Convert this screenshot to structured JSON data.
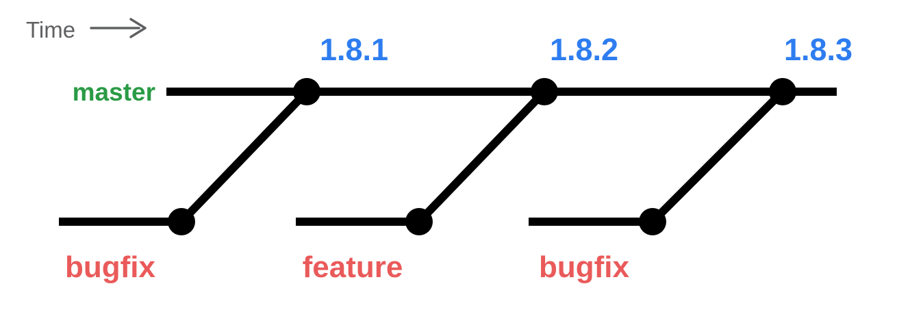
{
  "colors": {
    "line": "#000000",
    "time": "#5f6062",
    "master": "#2a9b45",
    "release": "#2e7df0",
    "branch": "#ea5a5a",
    "background": "#ffffff"
  },
  "time_axis": {
    "label": "Time"
  },
  "master": {
    "label": "master",
    "releases": [
      {
        "version": "1.8.1"
      },
      {
        "version": "1.8.2"
      },
      {
        "version": "1.8.3"
      }
    ]
  },
  "branches": [
    {
      "label": "bugfix",
      "merges_into": "1.8.1"
    },
    {
      "label": "feature",
      "merges_into": "1.8.2"
    },
    {
      "label": "bugfix",
      "merges_into": "1.8.3"
    }
  ]
}
